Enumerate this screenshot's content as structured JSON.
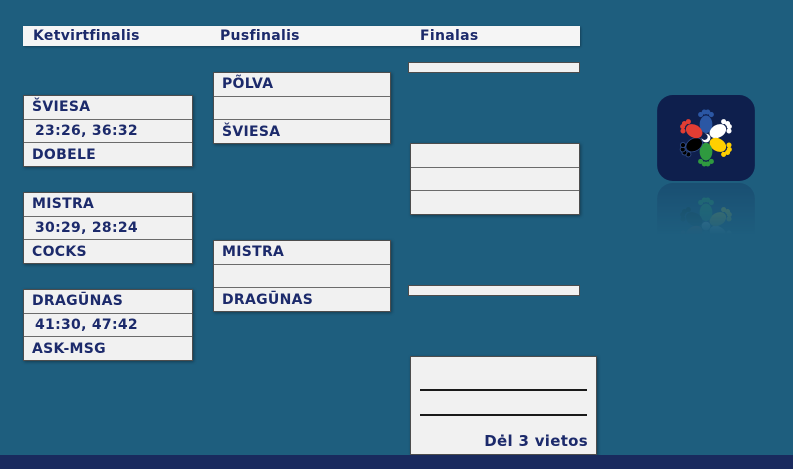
{
  "colors": {
    "background": "#1e5e7e",
    "box_fill": "#f1f1f1",
    "text": "#1c2a6b",
    "bottom_bar": "#192a5e",
    "logo_square": "#0e1f4d",
    "logo_hand_colors": [
      "#2b57a4",
      "#ffffff",
      "#ffcf00",
      "#2f9a3f",
      "#000000",
      "#e23d33"
    ]
  },
  "headers": {
    "quarterfinals": "Ketvirtfinalis",
    "semifinals": "Pusfinalis",
    "finals": "Finalas"
  },
  "quarterfinals": [
    {
      "team1": "ŠVIESA",
      "score": "23:26, 36:32",
      "team2": "DOBELE"
    },
    {
      "team1": "MISTRA",
      "score": "30:29, 28:24",
      "team2": "COCKS"
    },
    {
      "team1": "DRAGŪNAS",
      "score": "41:30, 47:42",
      "team2": "ASK-MSG"
    }
  ],
  "semifinals": [
    {
      "team1": "PÕLVA",
      "score": "",
      "team2": "ŠVIESA"
    },
    {
      "team1": "MISTRA",
      "score": "",
      "team2": "DRAGŪNAS"
    }
  ],
  "final": {
    "team1": "",
    "score": "",
    "team2": ""
  },
  "third_place": {
    "label": "Dėl 3 vietos"
  },
  "logo": {
    "name": "handball-hands-circle-logo"
  }
}
